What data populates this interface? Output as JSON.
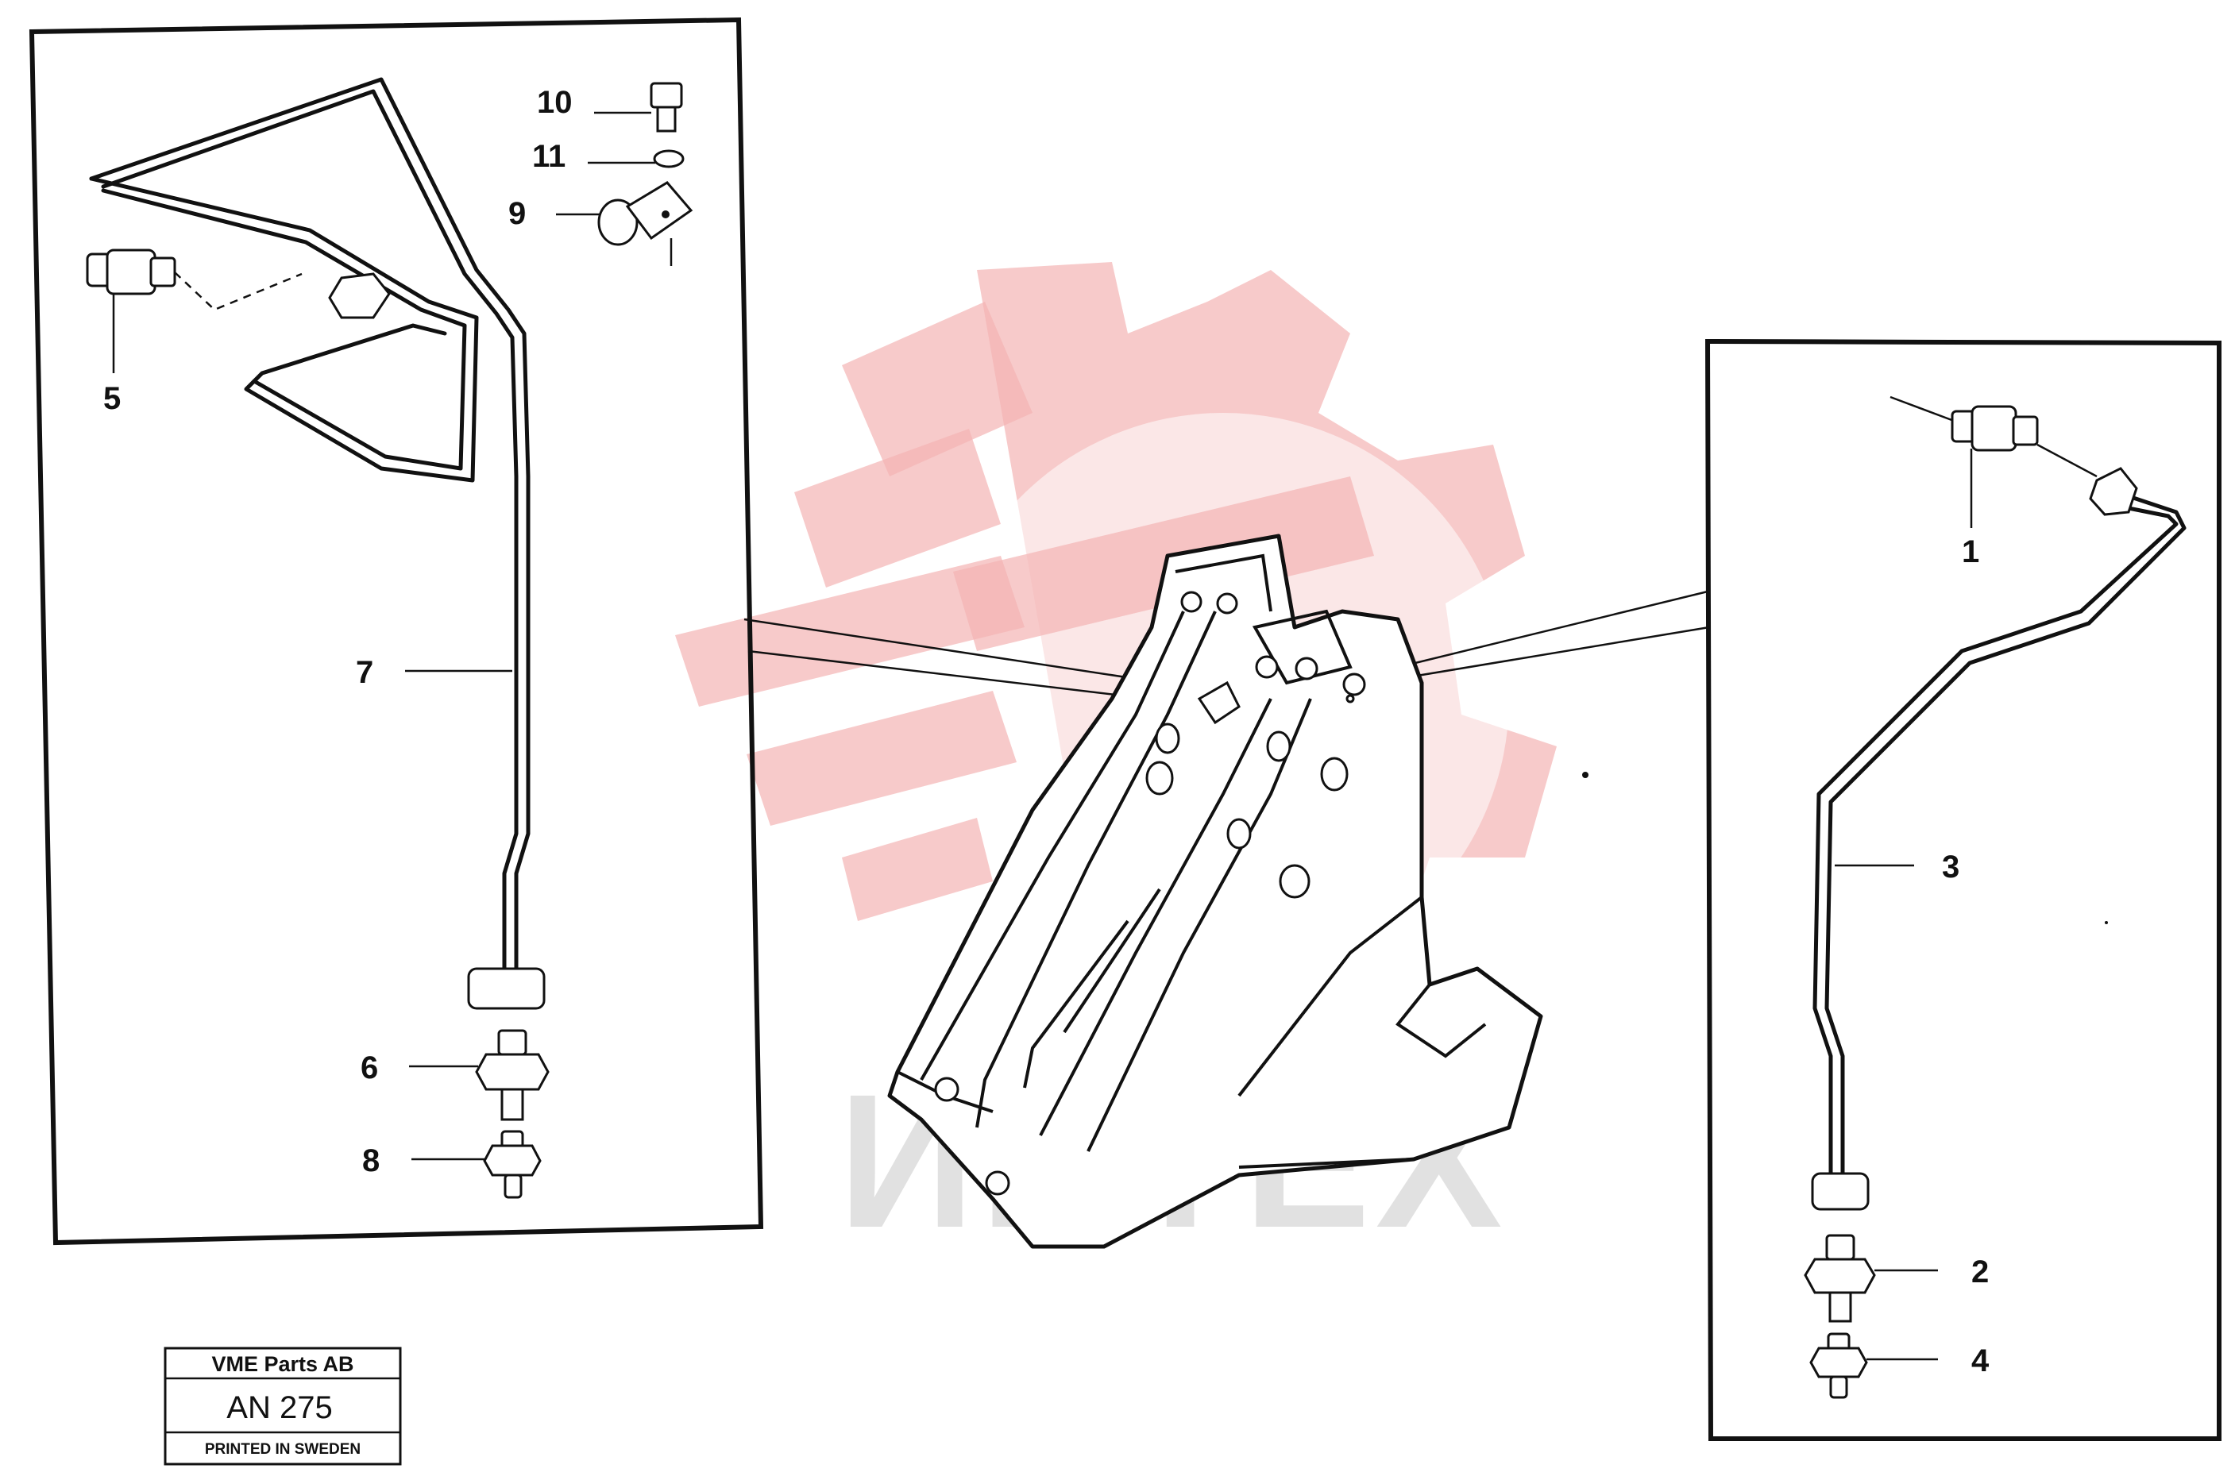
{
  "callouts": {
    "c1": "1",
    "c2": "2",
    "c3": "3",
    "c4": "4",
    "c5": "5",
    "c6": "6",
    "c7": "7",
    "c8": "8",
    "c9": "9",
    "c10": "10",
    "c11": "11"
  },
  "stamp": {
    "company": "VME Parts AB",
    "code": "AN 275",
    "printed": "PRINTED IN SWEDEN"
  },
  "watermark": {
    "text": "ИНТЕХ",
    "color": "#f4b4b4"
  },
  "colors": {
    "line": "#111111",
    "background": "#ffffff"
  }
}
